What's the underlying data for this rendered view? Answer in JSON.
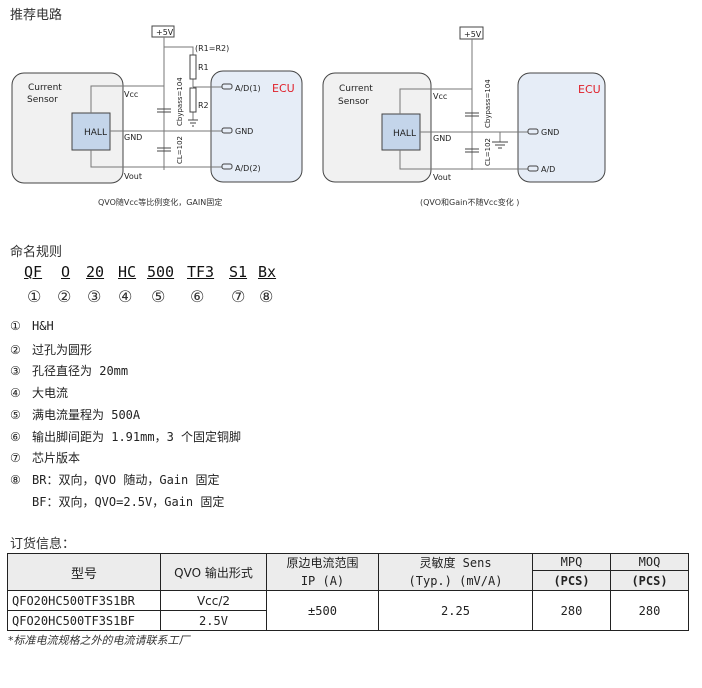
{
  "section_circuit": "推荐电路",
  "diagram1": {
    "supply": "+5V",
    "ratio": "(R1=R2)",
    "r1": "R1",
    "r2": "R2",
    "sensor_l1": "Current",
    "sensor_l2": "Sensor",
    "hall": "HALL",
    "vcc": "Vcc",
    "gnd": "GND",
    "vout": "Vout",
    "ecu": "ECU",
    "pin1": "A/D(1)",
    "pin2": "GND",
    "pin3": "A/D(2)",
    "cap1": "Cbypass=104",
    "cap2": "CL=102",
    "caption": "QVO随Vcc等比例变化，GAIN固定"
  },
  "diagram2": {
    "supply": "+5V",
    "sensor_l1": "Current",
    "sensor_l2": "Sensor",
    "hall": "HALL",
    "vcc": "Vcc",
    "gnd": "GND",
    "vout": "Vout",
    "ecu": "ECU",
    "pin1": "GND",
    "pin2": "A/D",
    "cap1": "Cbypass=104",
    "cap2": "CL=102",
    "caption": "(QVO和Gain不随Vcc变化 )"
  },
  "section_naming": "命名规则",
  "codes": [
    {
      "code": "QF",
      "num": "①"
    },
    {
      "code": "O",
      "num": "②"
    },
    {
      "code": "20",
      "num": "③"
    },
    {
      "code": "HC",
      "num": "④"
    },
    {
      "code": "500",
      "num": "⑤"
    },
    {
      "code": "TF3",
      "num": "⑥"
    },
    {
      "code": "S1",
      "num": "⑦"
    },
    {
      "code": "Bx",
      "num": "⑧"
    }
  ],
  "rules": [
    {
      "num": "①",
      "text": "H&H"
    },
    {
      "num": "②",
      "text": "过孔为圆形"
    },
    {
      "num": "③",
      "text": "孔径直径为 20mm"
    },
    {
      "num": "④",
      "text": "大电流"
    },
    {
      "num": "⑤",
      "text": "满电流量程为 500A"
    },
    {
      "num": "⑥",
      "text": "输出脚间距为 1.91mm，3 个固定铜脚"
    },
    {
      "num": "⑦",
      "text": "芯片版本"
    },
    {
      "num": "⑧",
      "text": "BR：双向，QVO 随动，Gain 固定"
    },
    {
      "num": "",
      "text": "BF：双向，QVO=2.5V，Gain 固定"
    }
  ],
  "section_order": "订货信息：",
  "table": {
    "headers": {
      "model": "型号",
      "qvo": "QVO 输出形式",
      "ip1": "原边电流范围",
      "ip2": "IP (A)",
      "sens1": "灵敏度 Sens",
      "sens2": "(Typ.) (mV/A)",
      "mpq": "MPQ",
      "mpq_unit": "(PCS)",
      "moq": "MOQ",
      "moq_unit": "(PCS)"
    },
    "rows": [
      {
        "model": "QFO20HC500TF3S1BR",
        "qvo": "Vcc/2"
      },
      {
        "model": "QFO20HC500TF3S1BF",
        "qvo": "2.5V"
      }
    ],
    "ip": "±500",
    "sens": "2.25",
    "mpq": "280",
    "moq": "280"
  },
  "footnote": "*标准电流规格之外的电流请联系工厂"
}
